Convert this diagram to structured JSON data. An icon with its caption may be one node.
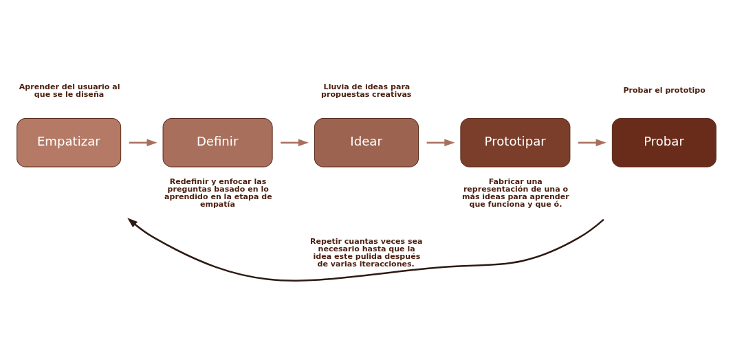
{
  "diagram": {
    "nodes": [
      {
        "text": [
          "Empatizar"
        ],
        "beside": [
          "Aprender del usuario al que se le diseña"
        ]
      },
      {
        "text": [
          "Definir"
        ],
        "beside": [
          "Redefinir y enfocar las preguntas basado en lo aprendido en la etapa de empatía"
        ]
      },
      {
        "text": [
          "Idear"
        ],
        "beside": [
          "Lluvia de ideas para propuestas creativas"
        ]
      },
      {
        "text": [
          "Prototipar"
        ],
        "beside": [
          "Fabricar una representación de una o más ideas para aprender que funciona y que ó."
        ]
      },
      {
        "text": [
          "Probar"
        ],
        "beside": [
          "Probar el prototipo"
        ]
      }
    ],
    "edges": [
      {
        "from": 0,
        "to": 1,
        "arrow": "to"
      },
      {
        "from": 1,
        "to": 2,
        "arrow": "to"
      },
      {
        "from": 2,
        "to": 3,
        "arrow": "to"
      },
      {
        "from": 3,
        "to": 4,
        "arrow": "to"
      },
      {
        "from": 4,
        "to": 0,
        "arrow": "to",
        "label": "Repetir cuantas veces sea necesario hasta que la idea este pulida después de varias iteracciones.",
        "color": "#2e1a12"
      }
    ]
  }
}
